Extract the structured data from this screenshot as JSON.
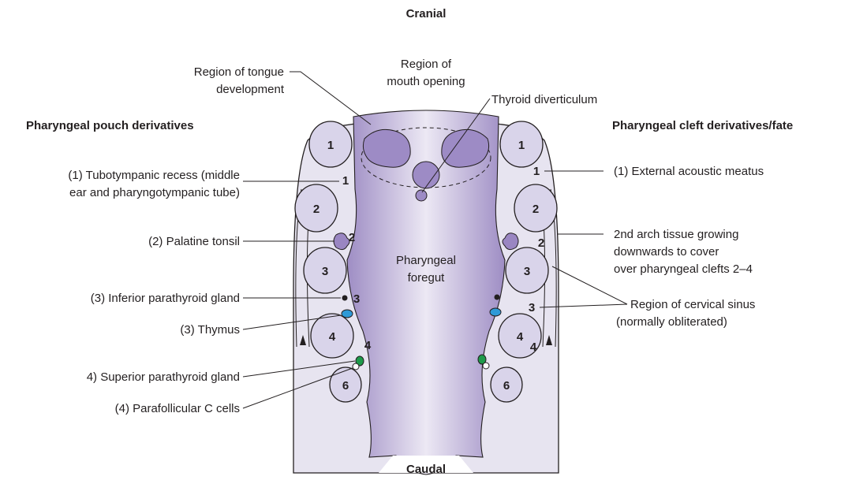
{
  "orientation": {
    "top": "Cranial",
    "bottom": "Caudal"
  },
  "headings": {
    "left": "Pharyngeal pouch derivatives",
    "right": "Pharyngeal cleft derivatives/fate"
  },
  "center_label": [
    "Pharyngeal",
    "foregut"
  ],
  "top_labels": {
    "tongue": [
      "Region of tongue",
      "development"
    ],
    "mouth": [
      "Region of",
      "mouth opening"
    ],
    "thyroid": "Thyroid diverticulum"
  },
  "left_labels": {
    "tubotympanic": [
      "(1) Tubotympanic recess (middle",
      "ear and pharyngotympanic tube)"
    ],
    "palatine": "(2) Palatine tonsil",
    "inferior_parathyroid": "(3) Inferior parathyroid gland",
    "thymus": "(3) Thymus",
    "superior_parathyroid": "4) Superior parathyroid gland",
    "parafollicular": "(4) Parafollicular C cells"
  },
  "right_labels": {
    "external_acoustic": "(1) External acoustic meatus",
    "second_arch": [
      "2nd arch tissue growing",
      "downwards  to cover",
      "over pharyngeal clefts 2–4"
    ],
    "cervical_sinus": [
      "Region of cervical sinus",
      "(normally obliterated)"
    ]
  },
  "arches": [
    "1",
    "2",
    "3",
    "4",
    "6"
  ],
  "pouch_numbers": [
    "1",
    "2",
    "3",
    "4"
  ],
  "cleft_numbers": [
    "1",
    "2",
    "3",
    "4"
  ],
  "colors": {
    "foregut": "#a08fc6",
    "foregut_light": "#ece8f4",
    "arch_fill": "#d9d4ea",
    "body_fill": "#e7e4f0",
    "tonsil": "#9a86c2",
    "thymus": "#2e9ad7",
    "superior_parathyroid": "#1e9a4a",
    "inferior_parathyroid": "#231f20"
  }
}
